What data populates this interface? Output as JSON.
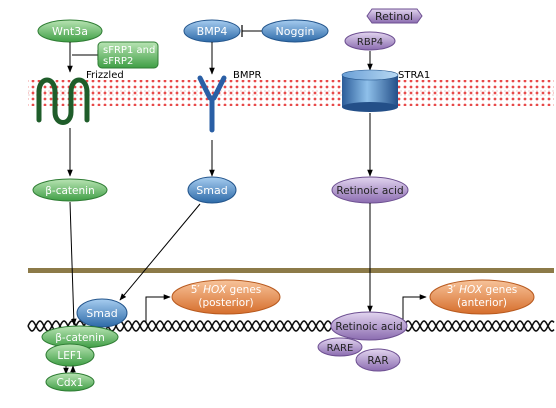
{
  "wnt": {
    "ligand": "Wnt3a",
    "inhibitor_line1": "sFRP1 and",
    "inhibitor_line2": "sFRP2",
    "receptor": "Frizzled",
    "effector": "β-catenin"
  },
  "bmp": {
    "ligand": "BMP4",
    "inhibitor": "Noggin",
    "receptor": "BMPR",
    "effector": "Smad"
  },
  "retinoid": {
    "ligand": "Retinol",
    "carrier": "RBP4",
    "receptor": "STRA1",
    "effector": "Retinoic acid"
  },
  "nucleus": {
    "smad": "Smad",
    "beta_catenin": "β-catenin",
    "lef1": "LEF1",
    "cdx1": "Cdx1",
    "retinoic_acid": "Retinoic acid",
    "rare": "RARE",
    "rar": "RAR",
    "hox5_prefix": "5′",
    "hox5_italic": "HOX",
    "hox5_suffix": " genes",
    "hox5_sub": "(posterior)",
    "hox3_prefix": "3′",
    "hox3_italic": "HOX",
    "hox3_suffix": " genes",
    "hox3_sub": "(anterior)"
  },
  "colors": {
    "green": "#5cb85c",
    "blue": "#3c7dc0",
    "purple": "#a98ec4",
    "orange": "#e98a4a",
    "membrane_dot": "#e84a4a",
    "nuclear_membrane": "#8c7a48"
  }
}
